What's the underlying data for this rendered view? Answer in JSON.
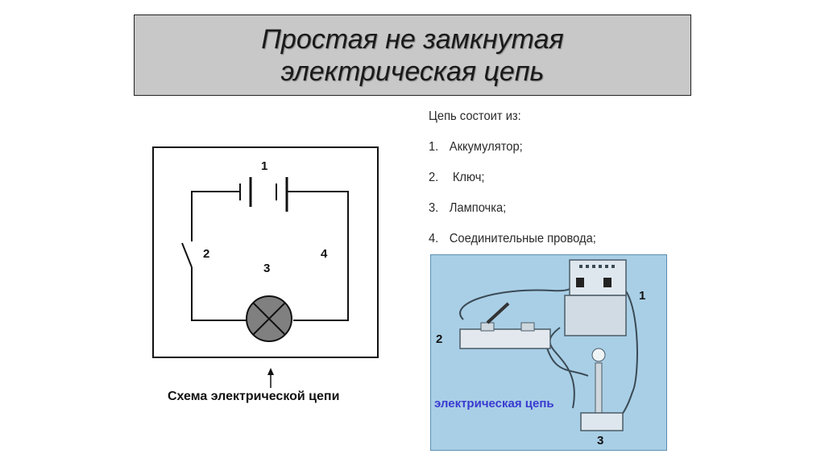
{
  "title": {
    "line1": "Простая не замкнутая",
    "line2": "электрическая цепь"
  },
  "list": {
    "heading": "Цепь состоит из:",
    "items": [
      {
        "num": "1.",
        "text": "Аккумулятор;"
      },
      {
        "num": "2.",
        "text": " Ключ;"
      },
      {
        "num": "3.",
        "text": "Лампочка;"
      },
      {
        "num": "4.",
        "text": "Соединительные провода;"
      }
    ]
  },
  "schema": {
    "labels": {
      "battery": "1",
      "switch": "2",
      "lamp": "3",
      "wires": "4"
    },
    "caption": "Схема электрической цепи"
  },
  "photo": {
    "label": "электрическая цепь",
    "labels": {
      "battery": "1",
      "switch": "2",
      "lamp": "3"
    }
  },
  "colors": {
    "title_bg": "#c8c8c8",
    "photo_bg": "#a9cfe6",
    "lamp_fill": "#808080",
    "photo_label": "#3a3ad0"
  }
}
